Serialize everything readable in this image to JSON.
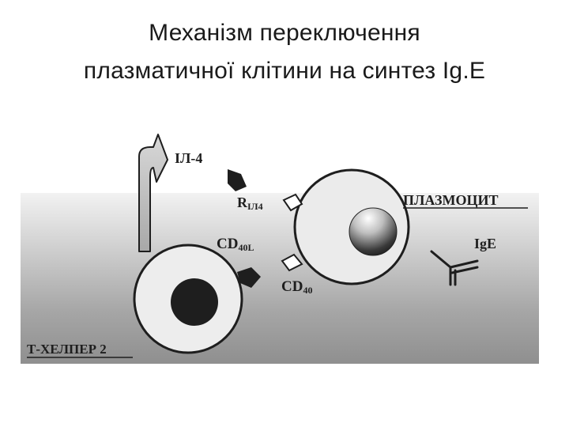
{
  "title": {
    "line1": "Механізм переключення",
    "line2": "плазматичної клітини на синтез Ig.E"
  },
  "diagram": {
    "labels": {
      "il4": "ІЛ-4",
      "receptor_main": "R",
      "receptor_sub": "ІЛ4",
      "plasmocyte": "ПЛАЗМОЦИТ",
      "cd40l_main": "CD",
      "cd40l_sub": "40L",
      "ige": "IgE",
      "cd40_main": "CD",
      "cd40_sub": "40",
      "t_helper": "Т-ХЕЛПЕР 2"
    },
    "colors": {
      "ink": "#1e1e1e",
      "background_top": "#f2f2f2",
      "background_bottom": "#8a8a8a"
    }
  }
}
